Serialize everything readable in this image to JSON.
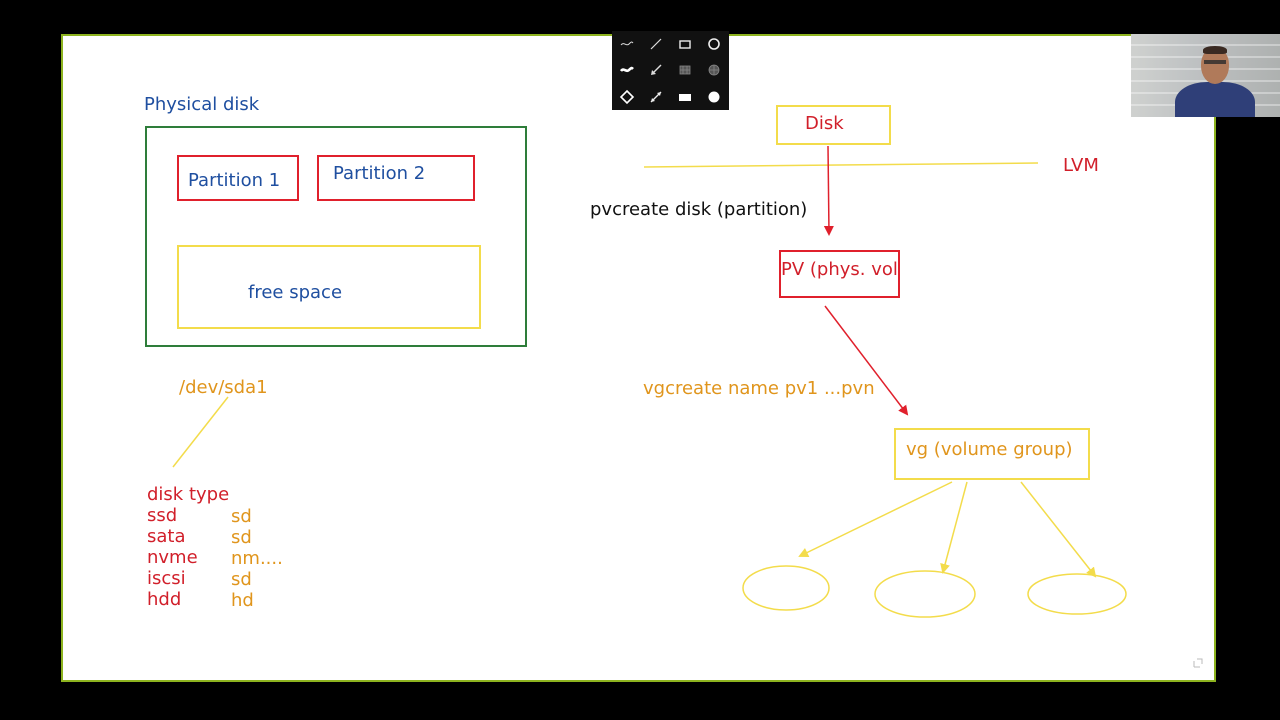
{
  "whiteboard": {
    "physical_disk_title": "Physical disk",
    "partition1": "Partition 1",
    "partition2": "Partition 2",
    "free_space": "free space",
    "device_path": "/dev/sda1",
    "disk_type_header": "disk type",
    "disk_types": [
      {
        "name": "ssd",
        "prefix": "sd"
      },
      {
        "name": "sata",
        "prefix": "sd"
      },
      {
        "name": "nvme",
        "prefix": "nm...."
      },
      {
        "name": "iscsi",
        "prefix": "sd"
      },
      {
        "name": "hdd",
        "prefix": "hd"
      }
    ],
    "disk_label": "Disk",
    "lvm_label": "LVM",
    "pvcreate_cmd": "pvcreate  disk (partition)",
    "pv_label": "PV (phys. vol",
    "vgcreate_cmd": "vgcreate   name   pv1 ...pvn",
    "vg_label": "vg (volume group)"
  },
  "toolbar": {
    "tools": [
      "freehand-thin-icon",
      "line-icon",
      "rectangle-outline-icon",
      "circle-outline-icon",
      "freehand-thick-icon",
      "arrow-icon",
      "grid-fill-icon",
      "circle-grid-icon",
      "eraser-icon",
      "double-arrow-icon",
      "rectangle-filled-icon",
      "circle-filled-icon"
    ]
  },
  "colors": {
    "frame": "#8db31f",
    "blue_text": "#1f4fa0",
    "red": "#d11f2a",
    "orange": "#e0951c",
    "yellow": "#f3dc4b",
    "green_box": "#2e7d3a"
  }
}
